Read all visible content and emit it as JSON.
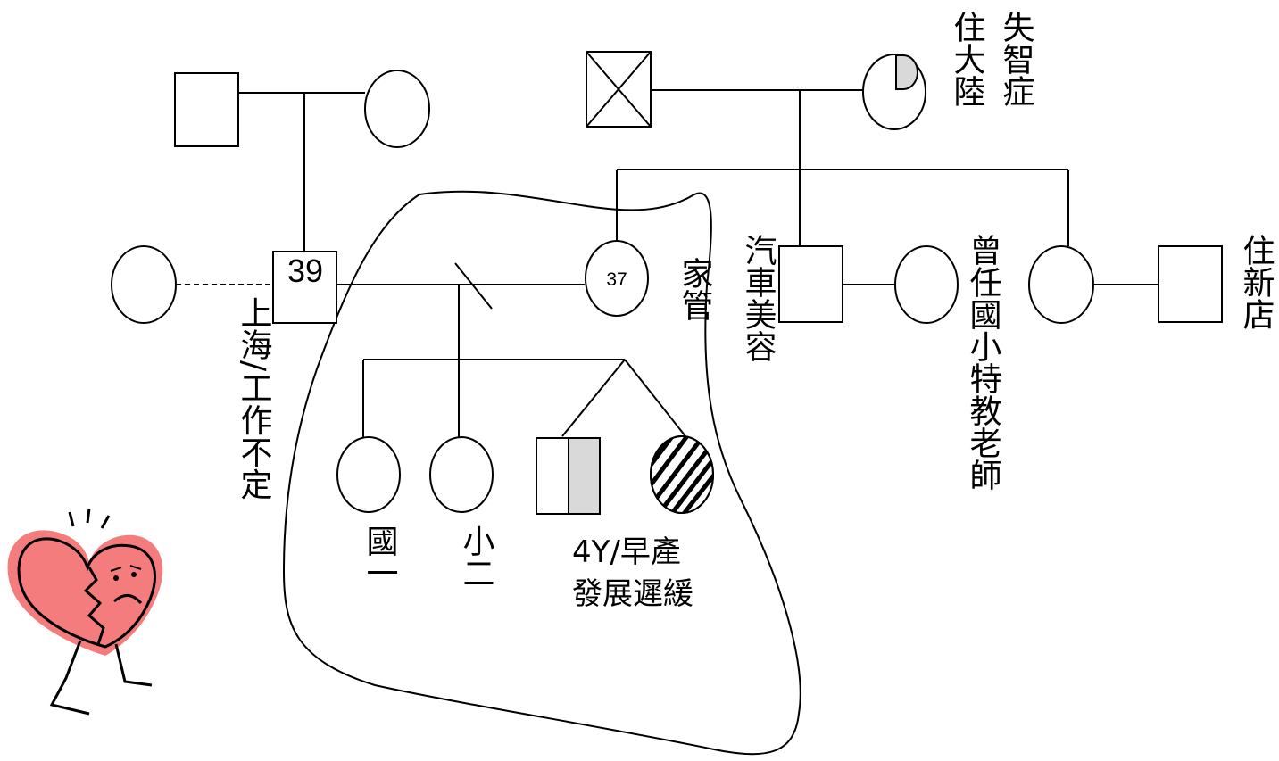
{
  "labels": {
    "husband_age": "39",
    "wife_age": "37",
    "maternal_grandmother_note_1": "失智症",
    "maternal_grandmother_note_2": "住大陸",
    "husband_note": "上海/工作不定",
    "wife_note": "家管",
    "uncle_note": "汽車美容",
    "aunt_in_law_note": "曾任國小特教老師",
    "aunt_husband_note": "住新店",
    "child1_note": "國一",
    "child2_note": "小二",
    "twins_note_line1": "4Y/早產",
    "twins_note_line2": "發展遲緩"
  },
  "colors": {
    "line": "#000000",
    "shaded_fill": "#d9d9d9",
    "heart_fill": "#f47c7c"
  },
  "icons": {
    "sad_heart": "broken-heart-character-icon"
  }
}
